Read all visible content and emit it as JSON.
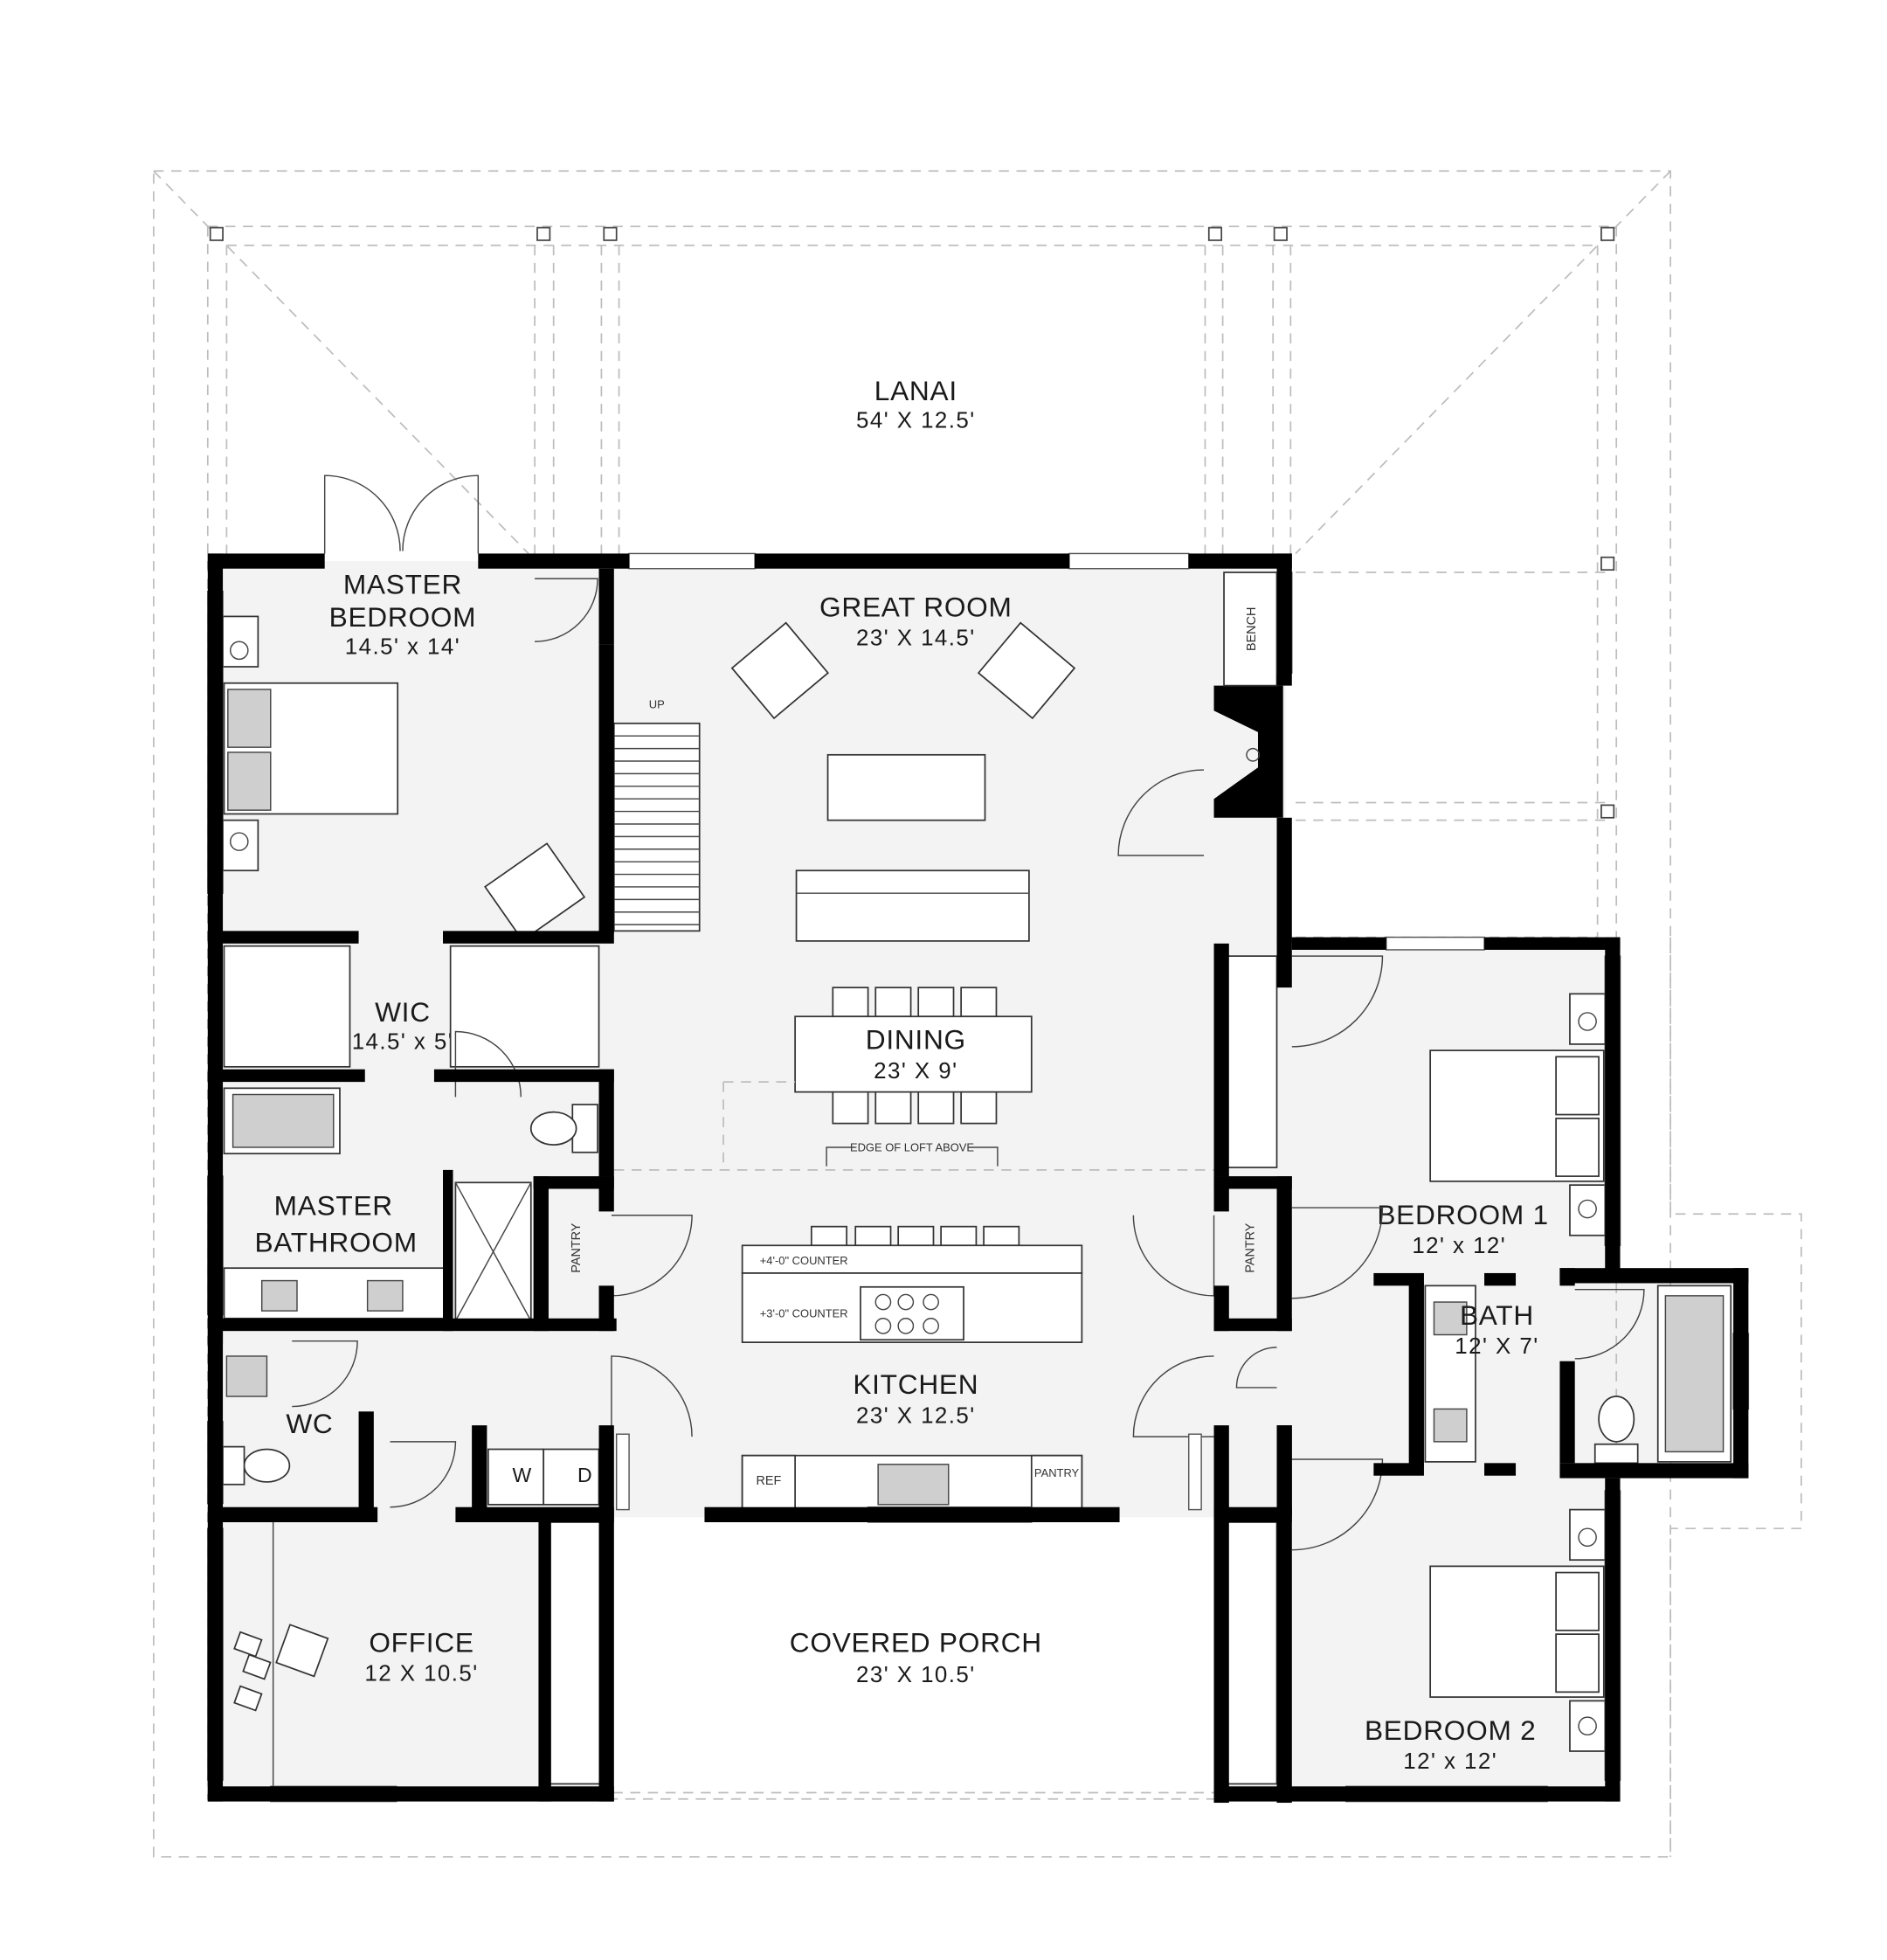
{
  "rooms": {
    "lanai": {
      "name": "LANAI",
      "size": "54' X 12.5'"
    },
    "great_room": {
      "name": "GREAT ROOM",
      "size": "23' X 14.5'"
    },
    "master_bedroom": {
      "name_line1": "MASTER",
      "name_line2": "BEDROOM",
      "size": "14.5' x 14'"
    },
    "wic": {
      "name": "WIC",
      "size": "14.5' x 5'"
    },
    "master_bathroom": {
      "name_line1": "MASTER",
      "name_line2": "BATHROOM"
    },
    "dining": {
      "name": "DINING",
      "size": "23' X 9'"
    },
    "kitchen": {
      "name": "KITCHEN",
      "size": "23' X 12.5'"
    },
    "wc": {
      "name": "WC"
    },
    "office": {
      "name": "OFFICE",
      "size": "12 X 10.5'"
    },
    "covered_porch": {
      "name": "COVERED PORCH",
      "size": "23' X 10.5'"
    },
    "bedroom1": {
      "name": "BEDROOM 1",
      "size": "12' x 12'"
    },
    "bath": {
      "name": "BATH",
      "size": "12' X 7'"
    },
    "bedroom2": {
      "name": "BEDROOM 2",
      "size": "12' x 12'"
    }
  },
  "annotations": {
    "stairs_up": "UP",
    "bench": "BENCH",
    "pantry_left": "PANTRY",
    "pantry_right": "PANTRY",
    "pantry_kitchen": "PANTRY",
    "ref": "REF",
    "washer": "W",
    "dryer": "D",
    "counter_high": "+4'-0\" COUNTER",
    "counter_low": "+3'-0\" COUNTER",
    "loft_edge": "EDGE OF LOFT ABOVE"
  },
  "colors": {
    "walls": "#000000",
    "floor": "#f3f3f3",
    "fixtures": "#cfcfcf",
    "dashed_lines": "#bdbdbd"
  }
}
